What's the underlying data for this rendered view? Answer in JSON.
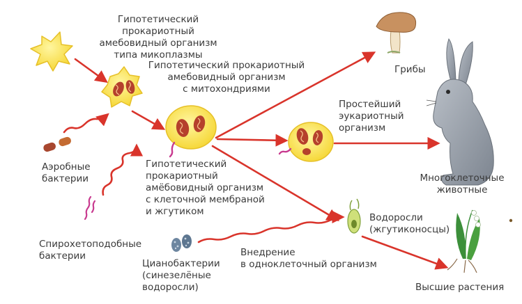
{
  "labels": {
    "mycoplasma": "Гипотетический прокариотный\nамебовидный организм\nтипа микоплазмы",
    "mito_organism": "Гипотетический прокариотный\nамебовидный организм\nс митохондриями",
    "fungi": "Грибы",
    "protist": "Простейший\nэукариотный\nорганизм",
    "animals": "Многоклеточные\nживотные",
    "aerobic": "Аэробные\nбактерии",
    "flagellum_organism": "Гипотетический\nпрокариотный\nамёбовидный организм\nс клеточной мембраной\nи жгутиком",
    "algae": "Водоросли\n(жгутиконосцы)",
    "spirochete": "Спирохетоподобные\nбактерии",
    "cyanobacteria": "Цианобактерии\n(синезелёные\nводоросли)",
    "incorporation": "Внедрение\nв одноклеточный организм",
    "plants": "Высшие растения"
  },
  "colors": {
    "text": "#3a3a3a",
    "arrow": "#d9342b",
    "cell_fill": "#fbe552",
    "cell_edge": "#e6c028",
    "mitochondria": "#b5402c",
    "aerobic_bacteria": "#a8472f",
    "flagellum": "#c83a8f",
    "cyanobacteria": "#6d86a0",
    "fur": "#98a0aa",
    "mushroom_cap": "#c89160",
    "plant_green": "#3c8f3a"
  },
  "icons": [
    "rabbit-illustration",
    "mushroom-illustration",
    "lily-of-the-valley-illustration",
    "euglena-illustration"
  ]
}
